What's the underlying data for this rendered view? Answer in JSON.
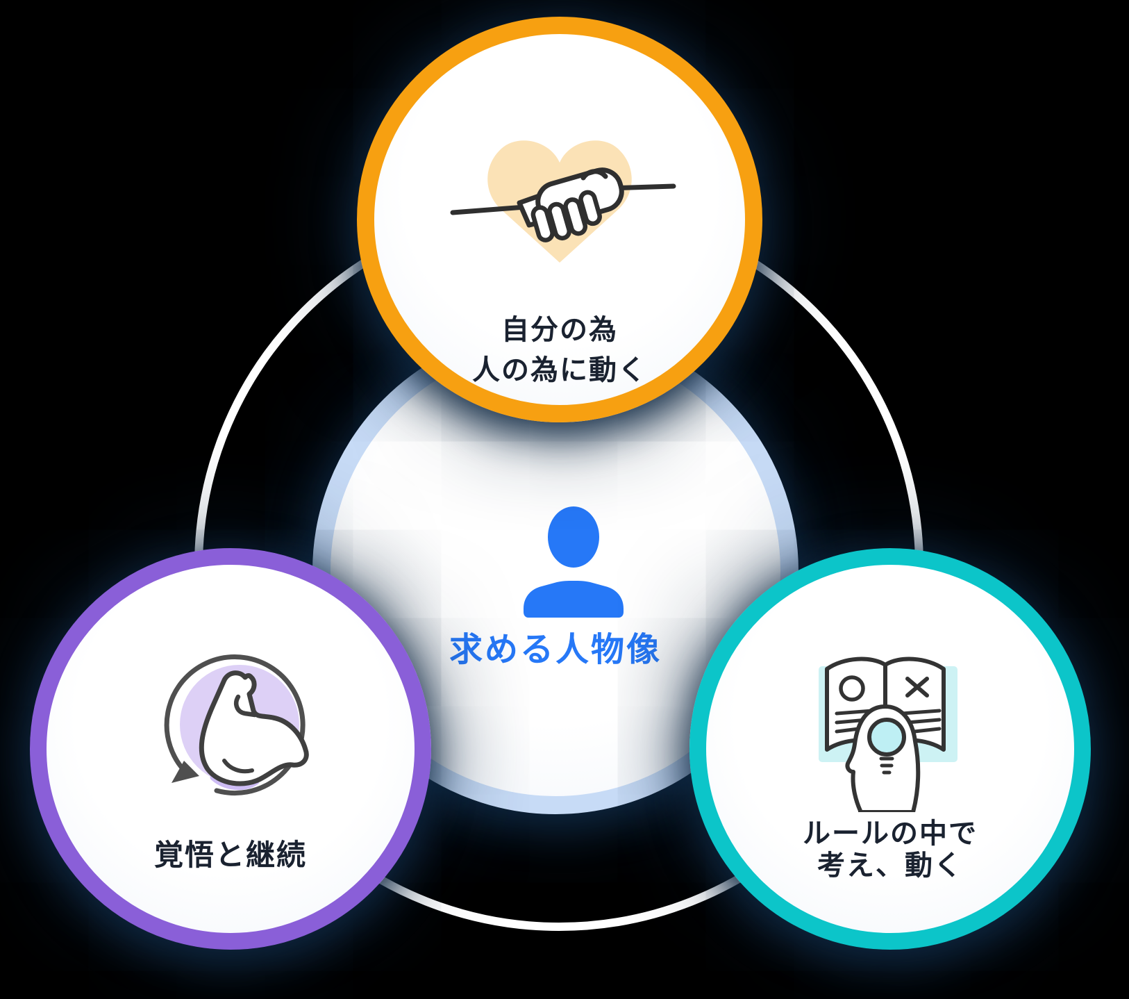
{
  "canvas": {
    "background_color": "#000000",
    "ring_color": "#FFFFFF",
    "glow_color": "#0E2A43"
  },
  "nodes": {
    "center": {
      "label": "求める人物像",
      "icon": "person-icon",
      "border_color": "#C7DBF6",
      "text_color": "#2678F7",
      "person_color": "#2678F7"
    },
    "top": {
      "line1": "自分の為",
      "line2": "人の為に動く",
      "icon": "handshake-heart-icon",
      "border_color": "#F7A011",
      "heart_fill": "#FBE2B6",
      "text_color": "#1A2230"
    },
    "bottom_left": {
      "label": "覚悟と継続",
      "icon": "bicep-cycle-icon",
      "border_color": "#8A5FD8",
      "icon_bg": "#DDD0F6",
      "text_color": "#1A2230"
    },
    "bottom_right": {
      "line1": "ルールの中で",
      "line2": "考え、動く",
      "icon": "rulebook-idea-icon",
      "border_color": "#0CC5C9",
      "icon_bg": "#CDF2F4",
      "bulb_fill": "#BEEFF4",
      "text_color": "#1A2230"
    }
  }
}
